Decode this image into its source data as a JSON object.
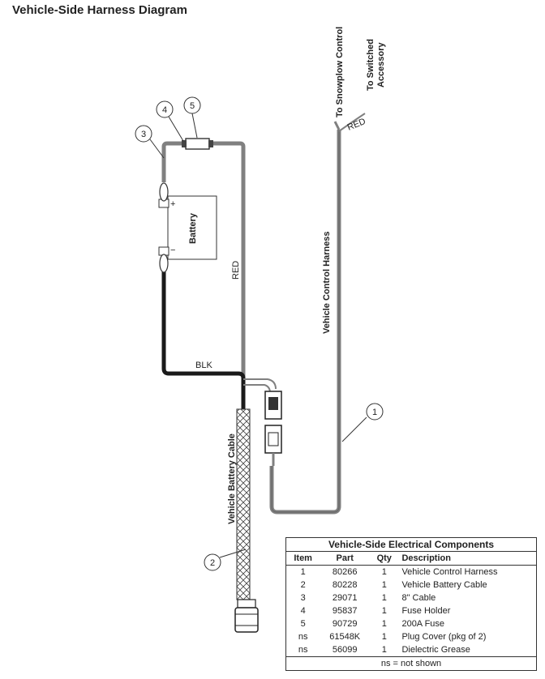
{
  "title": "Vehicle-Side Harness Diagram",
  "labels": {
    "to_snowplow_control": "To Snowplow Control",
    "to_switched_accessory_line1": "To Switched",
    "to_switched_accessory_line2": "Accessory",
    "red_top": "RED",
    "red_side": "RED",
    "blk": "BLK",
    "battery": "Battery",
    "plus": "+",
    "minus": "−",
    "vehicle_control_harness": "Vehicle Control Harness",
    "vehicle_battery_cable": "Vehicle Battery Cable"
  },
  "callouts": [
    "1",
    "2",
    "3",
    "4",
    "5"
  ],
  "colors": {
    "wire_gray": "#808080",
    "wire_black": "#1a1a1a",
    "outline": "#333333"
  },
  "table": {
    "caption": "Vehicle-Side Electrical Components",
    "headers": [
      "Item",
      "Part",
      "Qty",
      "Description"
    ],
    "rows": [
      [
        "1",
        "80266",
        "1",
        "Vehicle Control Harness"
      ],
      [
        "2",
        "80228",
        "1",
        "Vehicle Battery Cable"
      ],
      [
        "3",
        "29071",
        "1",
        "8\" Cable"
      ],
      [
        "4",
        "95837",
        "1",
        "Fuse Holder"
      ],
      [
        "5",
        "90729",
        "1",
        "200A Fuse"
      ],
      [
        "ns",
        "61548K",
        "1",
        "Plug Cover (pkg of 2)"
      ],
      [
        "ns",
        "56099",
        "1",
        "Dielectric Grease"
      ]
    ],
    "footnote": "ns = not shown"
  }
}
